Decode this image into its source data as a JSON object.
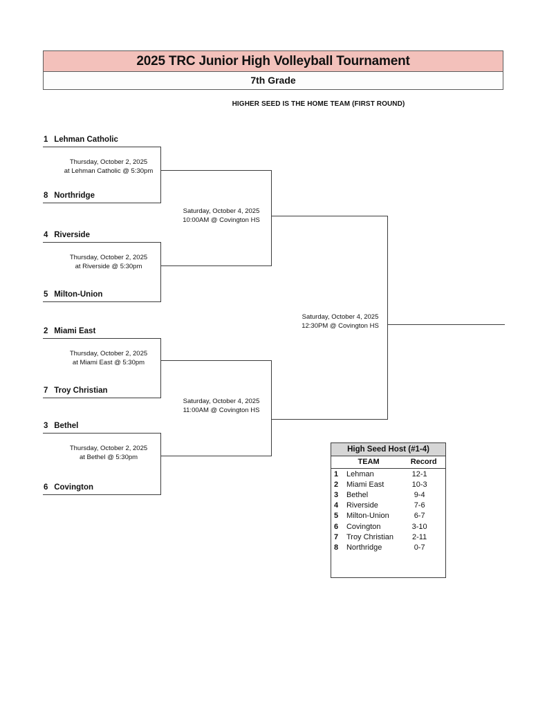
{
  "header": {
    "title": "2025 TRC Junior High Volleyball Tournament",
    "subtitle": "7th Grade",
    "note": "HIGHER SEED IS THE HOME TEAM (FIRST ROUND)",
    "banner_color": "#f3c1bb"
  },
  "bracket": {
    "round1": [
      {
        "top": {
          "seed": "1",
          "team": "Lehman Catholic"
        },
        "bottom": {
          "seed": "8",
          "team": "Northridge"
        },
        "date": "Thursday, October 2, 2025",
        "location": "at Lehman Catholic @ 5:30pm"
      },
      {
        "top": {
          "seed": "4",
          "team": "Riverside"
        },
        "bottom": {
          "seed": "5",
          "team": "Milton-Union"
        },
        "date": "Thursday, October 2, 2025",
        "location": "at Riverside @ 5:30pm"
      },
      {
        "top": {
          "seed": "2",
          "team": "Miami East"
        },
        "bottom": {
          "seed": "7",
          "team": "Troy Christian"
        },
        "date": "Thursday, October 2, 2025",
        "location": "at Miami East @ 5:30pm"
      },
      {
        "top": {
          "seed": "3",
          "team": "Bethel"
        },
        "bottom": {
          "seed": "6",
          "team": "Covington"
        },
        "date": "Thursday, October 2, 2025",
        "location": "at Bethel @ 5:30pm"
      }
    ],
    "semifinals": [
      {
        "date": "Saturday, October 4, 2025",
        "location": "10:00AM @ Covington HS"
      },
      {
        "date": "Saturday, October 4, 2025",
        "location": "11:00AM @ Covington HS"
      }
    ],
    "final": {
      "date": "Saturday, October 4, 2025",
      "location": "12:30PM @ Covington HS"
    }
  },
  "seed_table": {
    "host_header": "High Seed Host (#1-4)",
    "columns": [
      "TEAM",
      "Record"
    ],
    "rows": [
      {
        "seed": "1",
        "team": "Lehman",
        "record": "12-1"
      },
      {
        "seed": "2",
        "team": "Miami East",
        "record": "10-3"
      },
      {
        "seed": "3",
        "team": "Bethel",
        "record": "9-4"
      },
      {
        "seed": "4",
        "team": "Riverside",
        "record": "7-6"
      },
      {
        "seed": "5",
        "team": "Milton-Union",
        "record": "6-7"
      },
      {
        "seed": "6",
        "team": "Covington",
        "record": "3-10"
      },
      {
        "seed": "7",
        "team": "Troy Christian",
        "record": "2-11"
      },
      {
        "seed": "8",
        "team": "Northridge",
        "record": "0-7"
      }
    ]
  }
}
